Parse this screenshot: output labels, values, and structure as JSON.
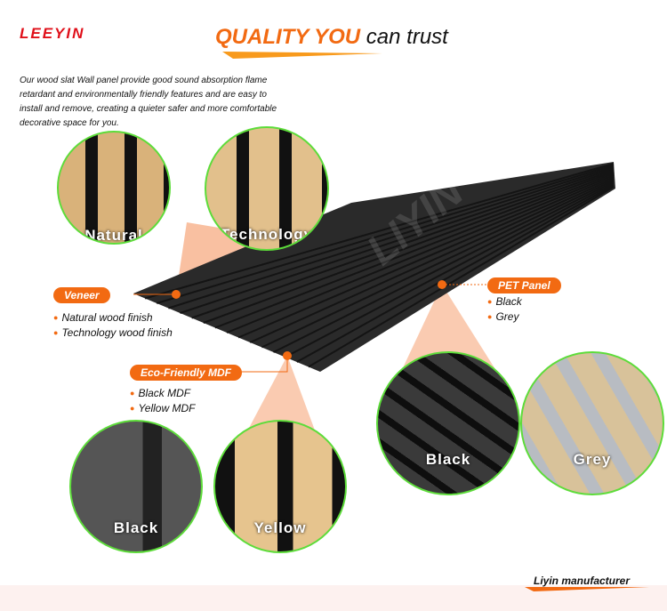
{
  "brand": {
    "logo": "LEEYIN",
    "watermark": "LIYIN"
  },
  "header": {
    "title_highlight": "QUALITY YOU",
    "title_rest": " can trust"
  },
  "intro": "Our wood slat Wall panel provide good sound absorption flame retardant and environmentally friendly features and are easy to install and remove, creating a quieter safer and more comfortable decorative space for you.",
  "veneer": {
    "label": "Veneer",
    "items": [
      "Natural wood finish",
      "Technology wood finish"
    ],
    "circles": [
      "Natural",
      "Technology"
    ]
  },
  "mdf": {
    "label": "Eco-Friendly MDF",
    "items": [
      "Black MDF",
      "Yellow MDF"
    ],
    "circles": [
      "Black",
      "Yellow"
    ]
  },
  "pet": {
    "label": "PET Panel",
    "items": [
      "Black",
      "Grey"
    ],
    "circles": [
      "Black",
      "Grey"
    ]
  },
  "footer": {
    "maker": "Liyin  manufacturer"
  },
  "colors": {
    "accent": "#f26a12",
    "logo": "#e0101a",
    "circle_border": "#5ddc3a"
  }
}
